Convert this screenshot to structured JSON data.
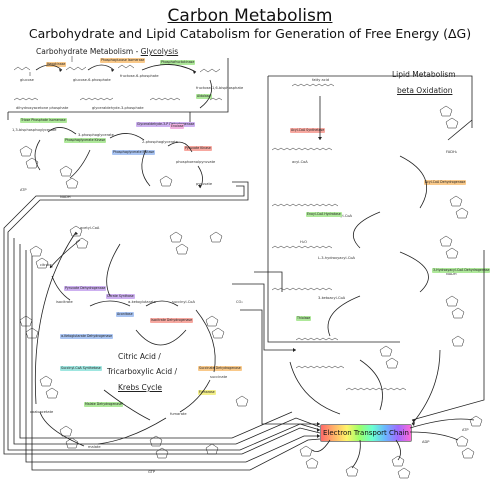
{
  "header": {
    "title": "Carbon Metabolism",
    "subtitle": "Carbohydrate and Lipid Catabolism for Generation of Free Energy (ΔG)"
  },
  "sections": {
    "glycolysis_prefix": "Carbohydrate Metabolism - ",
    "glycolysis": "Glycolysis",
    "lipid_title": "Lipid Metabolism",
    "beta_oxidation": "beta Oxidation",
    "tca_line1": "Citric Acid /",
    "tca_line2": "Tricarboxylic Acid /",
    "tca_line3": "Krebs Cycle",
    "etc": "Electron Transport Chain"
  },
  "molecule_labels": {
    "glucose": "glucose",
    "g6p": "glucose-6-phosphate",
    "f6p": "fructose-6-phosphate",
    "f16bp": "fructose-1,6-bisphosphate",
    "dhap": "dihydroxyacetone phosphate",
    "g3p": "glyceraldehyde-3-phosphate",
    "bpg": "1,3-bisphosphoglycerate",
    "pg3": "3-phosphoglycerate",
    "pg2": "2-phosphoglycerate",
    "pep": "phosphoenolpyruvate",
    "pyruvate": "pyruvate",
    "acetyl_coa": "acetyl-CoA",
    "citrate": "citrate",
    "isocitrate": "isocitrate",
    "akg": "α-ketoglutarate",
    "succinyl_coa": "succinyl-CoA",
    "succinate": "succinate",
    "fumarate": "fumarate",
    "malate": "malate",
    "oxaloacetate": "oxaloacetate",
    "fatty_acid": "fatty acid",
    "acyl_coa": "acyl-CoA",
    "enoyl_coa": "trans-Δ²-enoyl-CoA",
    "hydroxyacyl_coa": "L-3-hydroxyacyl-CoA",
    "ketoacyl_coa": "3-ketoacyl-CoA",
    "nadh": "NADH",
    "fadh2": "FADH₂",
    "atp": "ATP",
    "adp": "ADP",
    "gtp": "GTP",
    "co2": "CO₂",
    "h2o": "H₂O"
  },
  "enzymes": {
    "hexokinase": "Hexokinase",
    "pgi": "Phosphoglucose Isomerase",
    "pfk": "Phosphofructokinase",
    "aldolase": "Aldolase",
    "tpi": "Triose Phosphate Isomerase",
    "gapdh": "Glyceraldehyde-3-P Dehydrogenase",
    "pgk": "Phosphoglycerate Kinase",
    "pgm": "Phosphoglycerate Mutase",
    "enolase": "Enolase",
    "pk": "Pyruvate Kinase",
    "pdh": "Pyruvate Dehydrogenase",
    "citrate_synthase": "Citrate Synthase",
    "aconitase": "Aconitase",
    "idh": "Isocitrate Dehydrogenase",
    "akgdh": "α-Ketoglutarate Dehydrogenase",
    "scs": "Succinyl-CoA Synthetase",
    "sdh": "Succinate Dehydrogenase",
    "fumarase": "Fumarase",
    "mdh": "Malate Dehydrogenase",
    "acs": "Acyl-CoA Synthetase",
    "acad": "Acyl-CoA Dehydrogenase",
    "ech": "Enoyl-CoA Hydratase",
    "hadh": "3-Hydroxyacyl-CoA Dehydrogenase",
    "thiolase": "Thiolase"
  },
  "colors": {
    "enzyme_red": "#f7a8a0",
    "enzyme_orange": "#f9c98a",
    "enzyme_yellow": "#f3ef8a",
    "enzyme_green": "#aee89a",
    "enzyme_cyan": "#9fe6e0",
    "enzyme_blue": "#a9c4f2",
    "enzyme_purple": "#cdb0f0",
    "enzyme_pink": "#f2b0e0",
    "line": "#222222"
  }
}
